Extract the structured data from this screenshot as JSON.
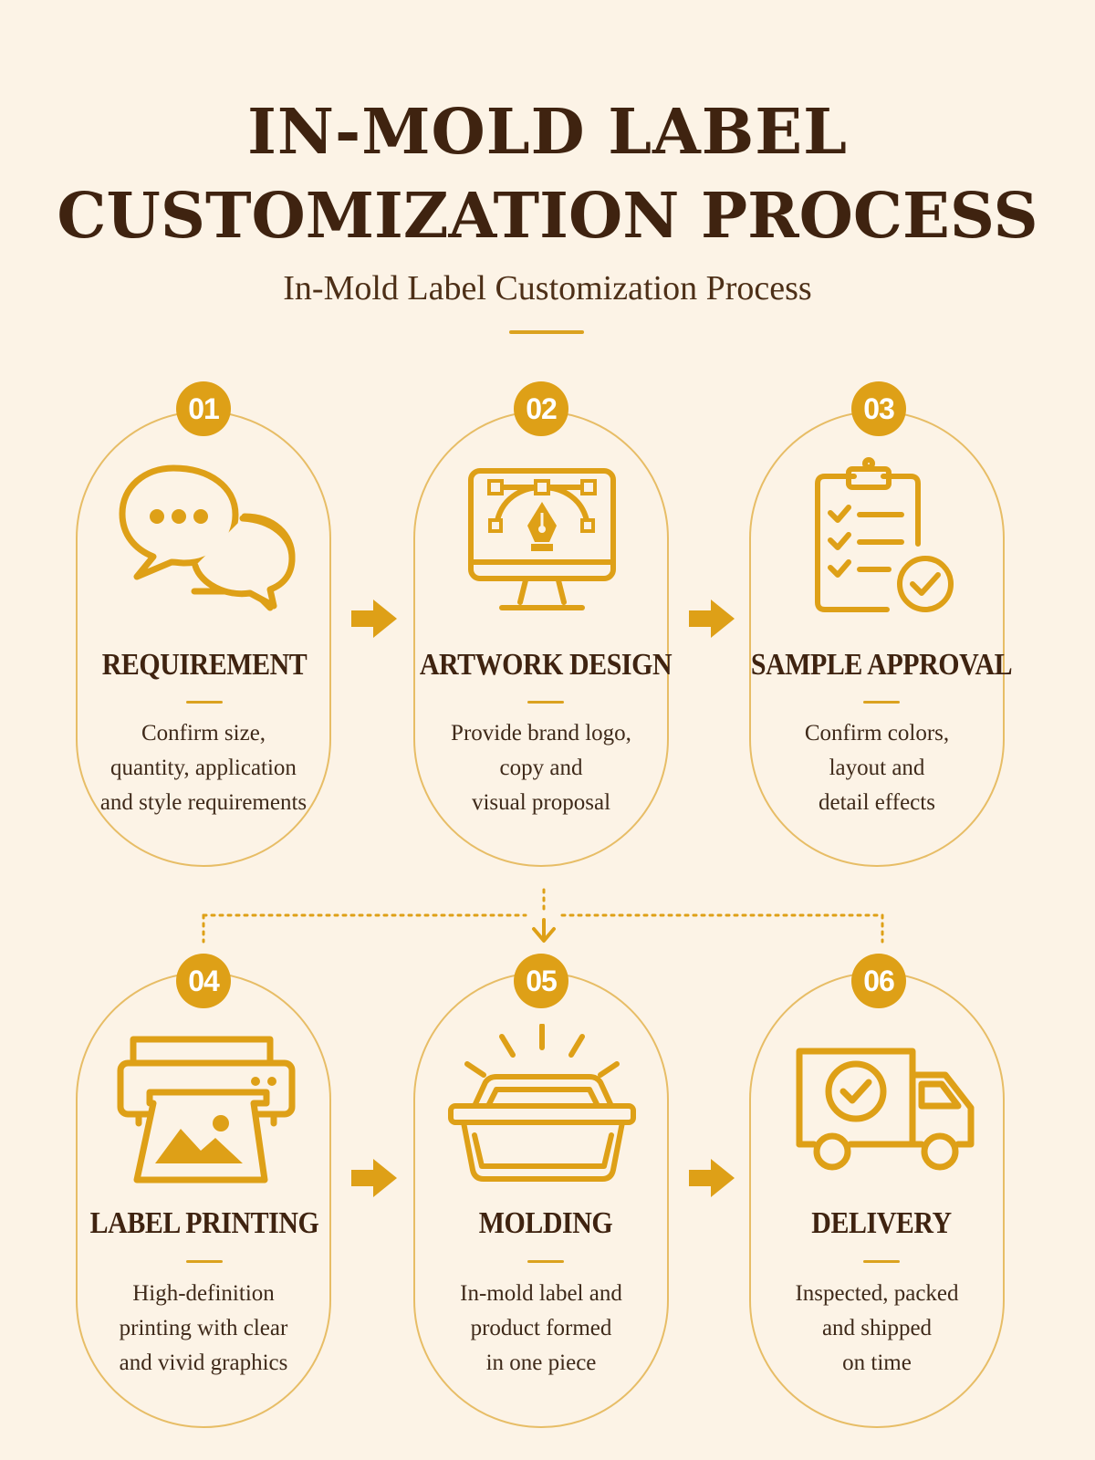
{
  "title": {
    "line1": "IN-MOLD LABEL",
    "line2": "CUSTOMIZATION PROCESS",
    "subtitle": "In-Mold Label Customization Process"
  },
  "colors": {
    "accent": "#dea017",
    "text": "#3f2310",
    "background": "#fcf3e6",
    "outline": "#e7bd66"
  },
  "steps": [
    {
      "number": "01",
      "title": "REQUIREMENT",
      "icon": "chat-bubbles-icon",
      "description": [
        "Confirm size,",
        "quantity, application",
        "and style requirements"
      ]
    },
    {
      "number": "02",
      "title": "ARTWORK DESIGN",
      "icon": "monitor-pen-tool-icon",
      "description": [
        "Provide brand logo,",
        "copy and",
        "visual proposal"
      ]
    },
    {
      "number": "03",
      "title": "SAMPLE APPROVAL",
      "icon": "clipboard-check-icon",
      "description": [
        "Confirm colors,",
        "layout and",
        "detail effects"
      ]
    },
    {
      "number": "04",
      "title": "LABEL PRINTING",
      "icon": "printer-icon",
      "description": [
        "High-definition",
        "printing with clear",
        "and vivid graphics"
      ]
    },
    {
      "number": "05",
      "title": "MOLDING",
      "icon": "molded-container-icon",
      "description": [
        "In-mold label and",
        "product formed",
        "in one piece"
      ]
    },
    {
      "number": "06",
      "title": "DELIVERY",
      "icon": "delivery-truck-icon",
      "description": [
        "Inspected, packed",
        "and shipped",
        "on time"
      ]
    }
  ]
}
